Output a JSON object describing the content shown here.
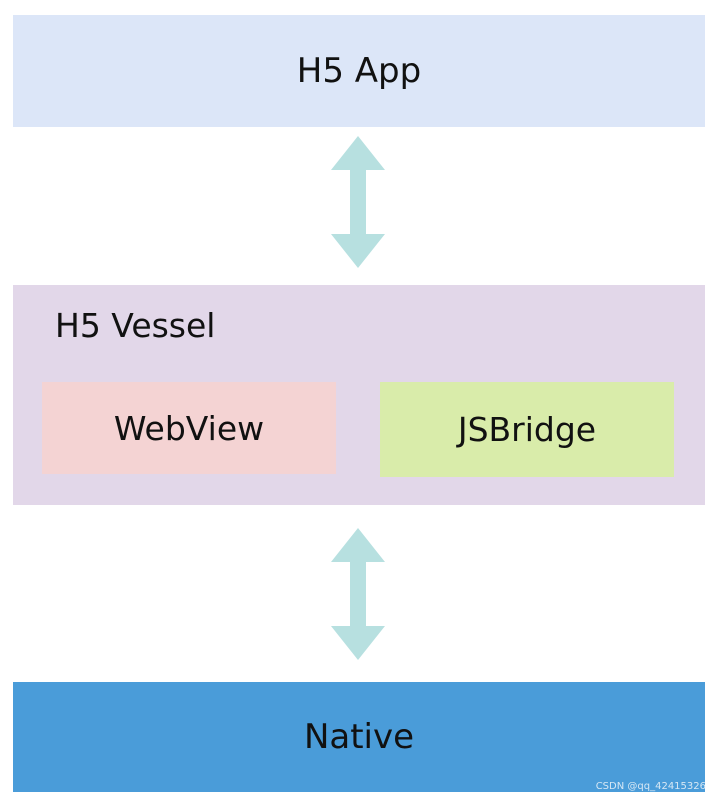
{
  "layers": {
    "h5_app": {
      "label": "H5 App",
      "color": "#dce6f8"
    },
    "h5_vessel": {
      "label": "H5 Vessel",
      "color": "#e2d7e9",
      "webview": {
        "label": "WebView",
        "color": "#f4d3d3"
      },
      "jsbridge": {
        "label": "JSBridge",
        "color": "#d9ecaa"
      }
    },
    "native": {
      "label": "Native",
      "color": "#4a9cd9"
    }
  },
  "arrows": {
    "color": "#b7e0e0",
    "icons": [
      "double-arrow-icon",
      "double-arrow-icon"
    ]
  },
  "watermark": "CSDN @qq_42415326"
}
